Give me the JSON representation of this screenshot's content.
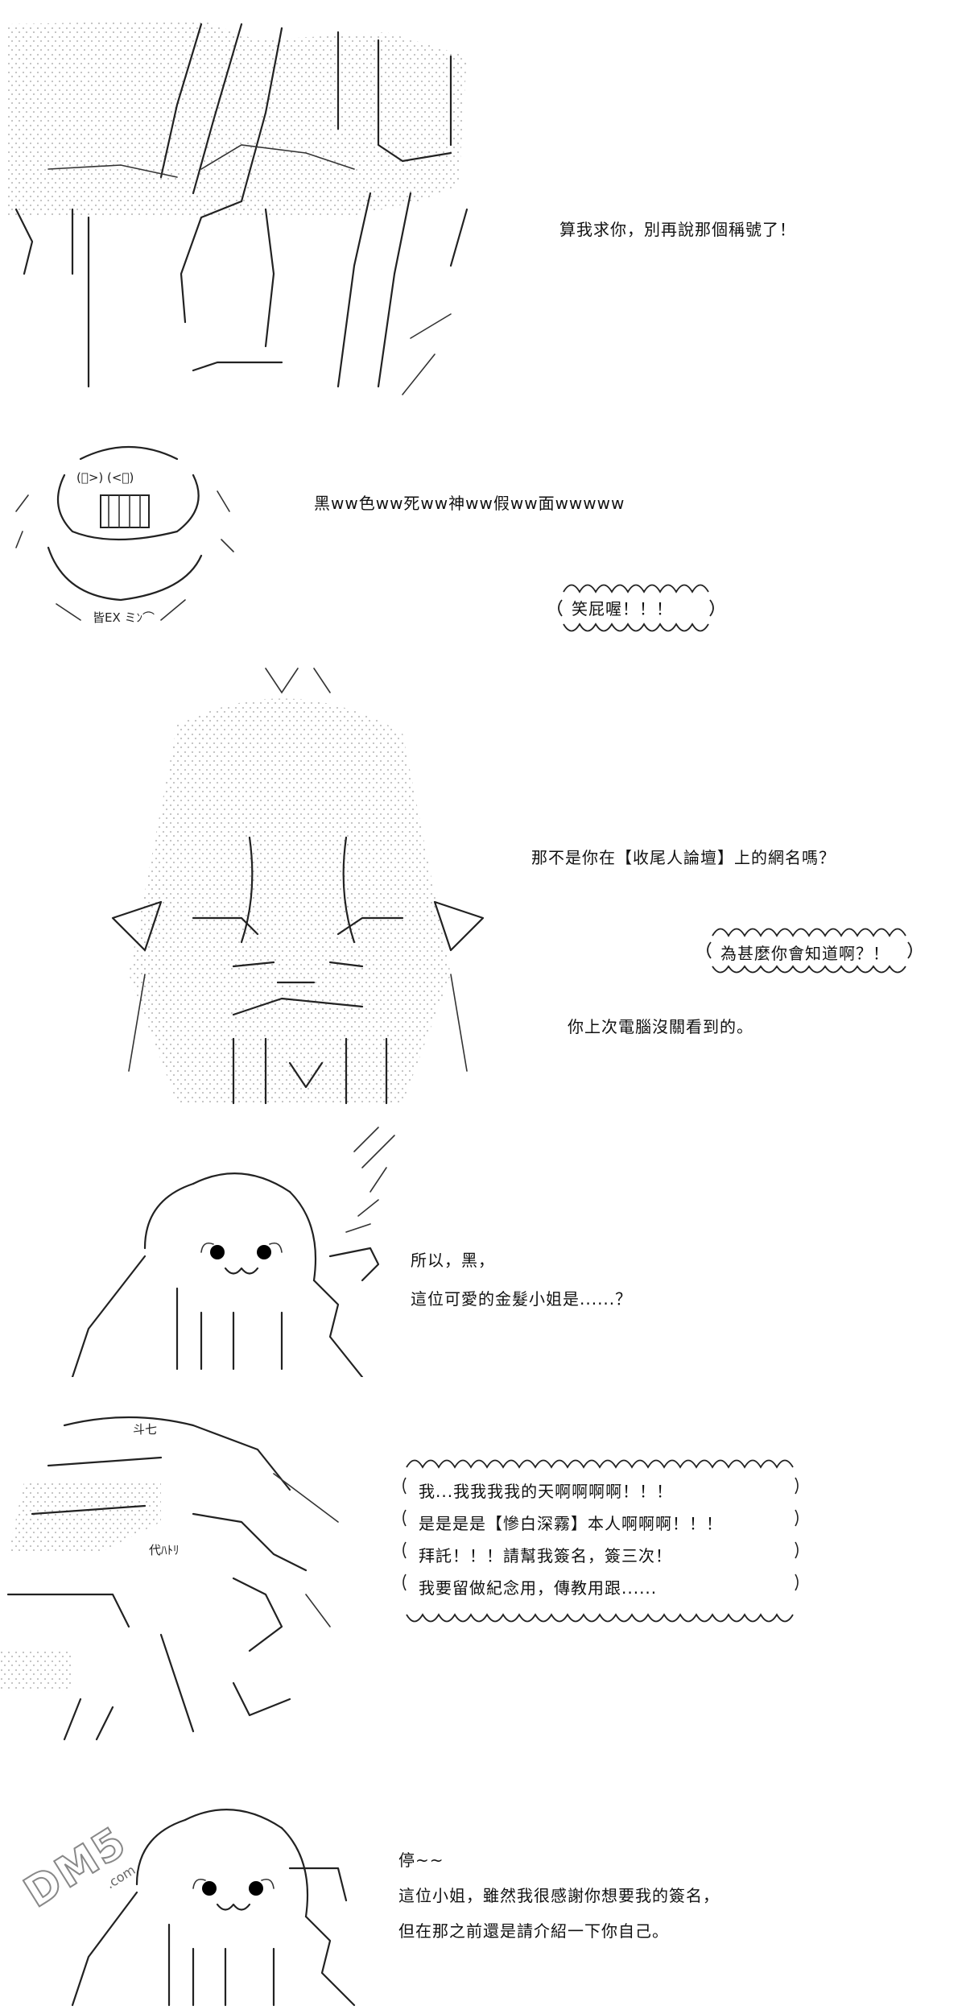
{
  "panel1": {
    "text": "算我求你，別再說那個稱號了！"
  },
  "panel2": {
    "aa_face": "(ﾟ>)  (<ﾟ)",
    "aa_label": "皆EX ミﾝ⌒",
    "text": "黑ww色ww死ww神ww假ww面wwwww",
    "shout": "笑屁喔！！！"
  },
  "panel3": {
    "text": "那不是你在【收尾人論壇】上的網名嗎？",
    "shout": "為甚麼你會知道啊？！",
    "text2": "你上次電腦沒關看到的。"
  },
  "panel4": {
    "lines": [
      "所以，黑，",
      "這位可愛的金髮小姐是......？"
    ]
  },
  "panel5": {
    "aa_label1": "斗七",
    "aa_label2": "代ﾊﾄﾘ",
    "box_lines": [
      "我...我我我我的天啊啊啊啊！！！",
      "是是是是【慘白深霧】本人啊啊啊！！！",
      "拜託！！！請幫我簽名，簽三次！",
      "我要留做紀念用，傳教用跟......"
    ]
  },
  "panel6": {
    "lines": [
      "停~~",
      "這位小姐，雖然我很感謝你想要我的簽名，",
      "但在那之前還是請介紹一下你自己。"
    ]
  },
  "watermark": {
    "logo": "DM5",
    "sub": ".com"
  }
}
